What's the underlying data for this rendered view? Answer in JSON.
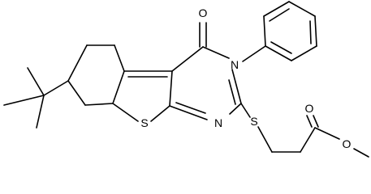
{
  "molecule": {
    "atoms": {
      "oxygen_carbonyl": "O",
      "nitrogen_3": "N",
      "nitrogen_1": "N",
      "sulfur_thiophene": "S",
      "sulfur_thioether": "S",
      "oxygen_ester_carbonyl": "O",
      "oxygen_ester": "O"
    }
  }
}
